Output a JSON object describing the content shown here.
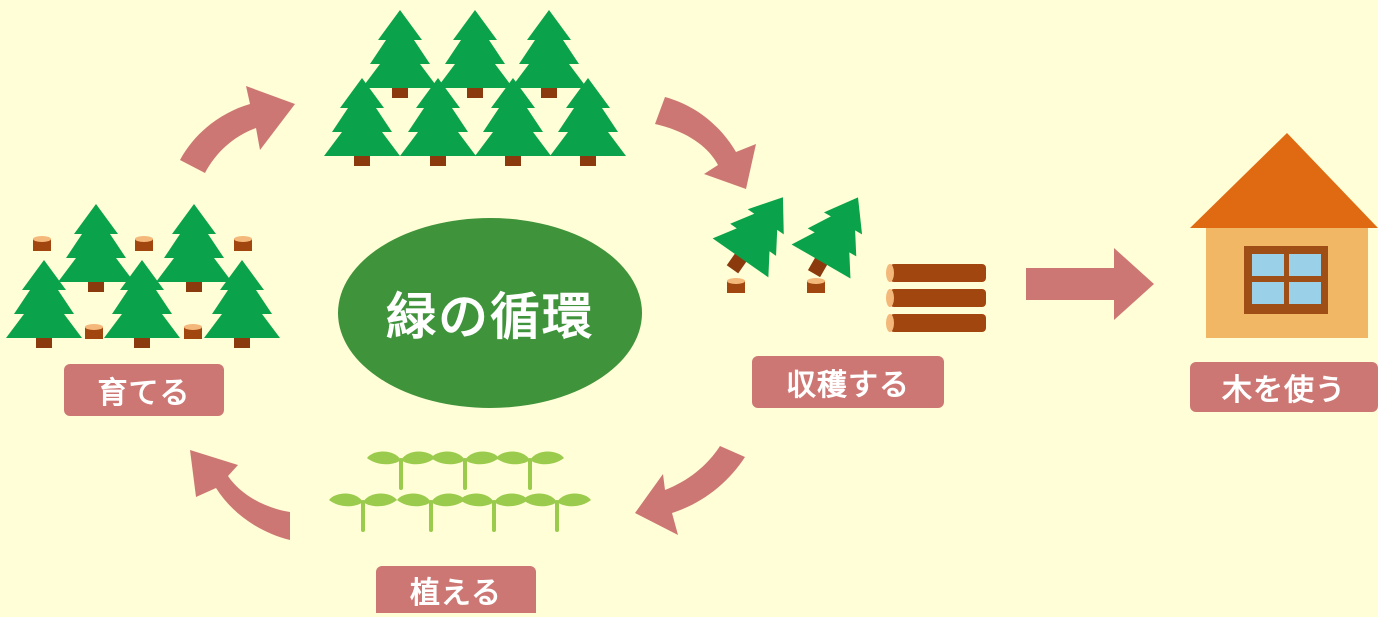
{
  "center": {
    "title": "緑の循環"
  },
  "stages": {
    "grow": "育てる",
    "harvest": "収穫する",
    "plant": "植える",
    "use": "木を使う"
  },
  "colors": {
    "background": "#fffed6",
    "tree": "#0aa24a",
    "trunk": "#8b3a0e",
    "arrow": "#cd7774",
    "center_ellipse": "#3f933a",
    "seedling": "#9acb4c",
    "log": "#a2460f",
    "roof": "#e06a12",
    "wall": "#f1b764",
    "window": "#9ad0e8"
  }
}
